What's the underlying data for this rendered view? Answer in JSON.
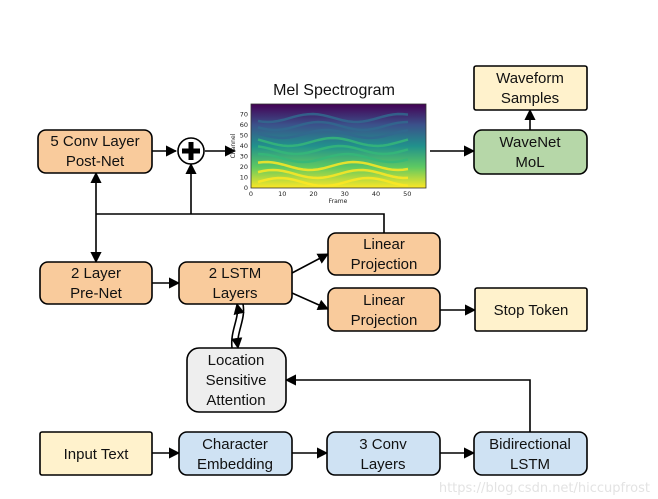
{
  "nodes": {
    "waveform_samples": [
      "Waveform",
      "Samples"
    ],
    "wavenet_mol": [
      "WaveNet",
      "MoL"
    ],
    "conv_post_net": [
      "5 Conv Layer",
      "Post-Net"
    ],
    "pre_net": [
      "2 Layer",
      "Pre-Net"
    ],
    "lstm_layers": [
      "2 LSTM",
      "Layers"
    ],
    "linear_projection_1": [
      "Linear",
      "Projection"
    ],
    "linear_projection_2": [
      "Linear",
      "Projection"
    ],
    "stop_token": [
      "Stop Token"
    ],
    "location_attention": [
      "Location",
      "Sensitive",
      "Attention"
    ],
    "input_text": [
      "Input Text"
    ],
    "character_embedding": [
      "Character",
      "Embedding"
    ],
    "conv_layers": [
      "3 Conv",
      "Layers"
    ],
    "bidirectional_lstm": [
      "Bidirectional",
      "LSTM"
    ]
  },
  "spectrogram": {
    "title": "Mel Spectrogram",
    "x_label": "Frame",
    "y_label": "Channel",
    "x_ticks": [
      "0",
      "10",
      "20",
      "30",
      "40",
      "50"
    ],
    "y_ticks": [
      "0",
      "10",
      "20",
      "30",
      "40",
      "50",
      "60",
      "70"
    ],
    "colormap": [
      "#440154",
      "#31688e",
      "#35b779",
      "#fde725"
    ]
  },
  "watermark": "https://blog.csdn.net/hiccupfrost",
  "colors": {
    "orange": "#f9cb9c",
    "yellow": "#fff2cc",
    "blue": "#cfe2f3",
    "green": "#b6d7a8",
    "gray": "#eeeeee"
  }
}
